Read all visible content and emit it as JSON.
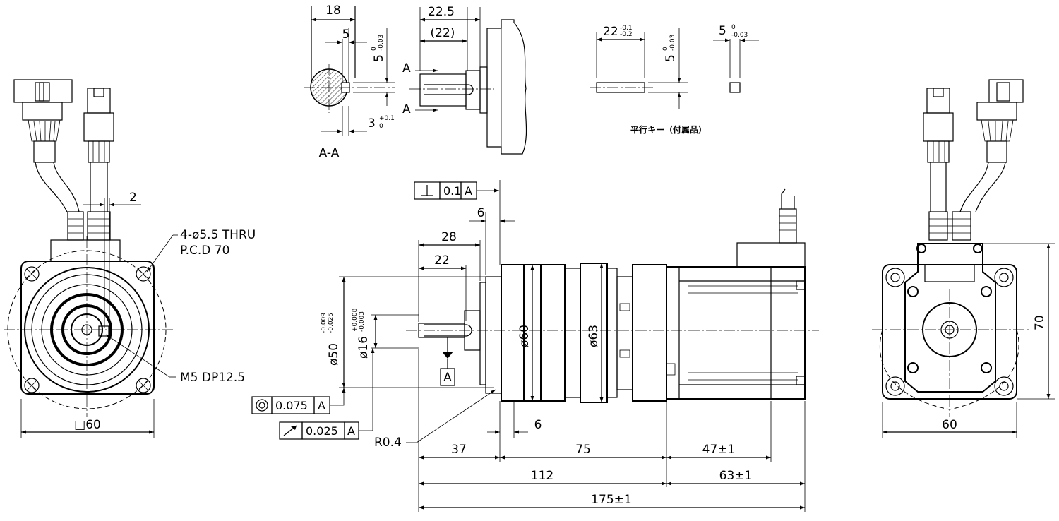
{
  "colors": {
    "line": "#000000",
    "background": "#ffffff",
    "hatch": "#444444"
  },
  "dimensions": {
    "key_section": {
      "width_18": "18",
      "key_5": "5",
      "depth_5": "5",
      "depth_tol_upper": "0",
      "depth_tol_lower": "-0.03",
      "depth_3": "3",
      "depth3_tol_upper": "+0.1",
      "depth3_tol_lower": "0",
      "section_label": "A-A"
    },
    "shaft_side": {
      "len_22_5": "22.5",
      "len_22_ref": "(22)",
      "label_A": "A"
    },
    "parallel_key": {
      "length": "22",
      "length_tol_upper": "-0.1",
      "length_tol_lower": "-0.2",
      "height": "5",
      "height_tol_upper": "0",
      "height_tol_lower": "-0.03",
      "width": "5",
      "width_tol_upper": "0",
      "width_tol_lower": "-0.03",
      "caption": "平行キー（付属品）"
    },
    "front_view": {
      "two": "2",
      "mount_holes": "4-ø5.5 THRU",
      "pcd": "P.C.D 70",
      "tap": "M5 DP12.5",
      "square": "□60"
    },
    "side_view": {
      "perp_value": "0.1",
      "datum": "A",
      "d6_top": "6",
      "d28": "28",
      "d22": "22",
      "dia50": "ø50",
      "dia50_tol_upper": "-0.009",
      "dia50_tol_lower": "-0.025",
      "dia16": "ø16",
      "dia16_tol_upper": "+0.008",
      "dia16_tol_lower": "-0.003",
      "dia60": "ø60",
      "dia63": "ø63",
      "concentricity": "0.075",
      "runout": "0.025",
      "radius": "R0.4",
      "d6_bottom": "6",
      "d37": "37",
      "d75": "75",
      "d47": "47±1",
      "d112": "112",
      "d63": "63±1",
      "d175": "175±1"
    },
    "rear_view": {
      "height": "70",
      "width": "60"
    }
  }
}
